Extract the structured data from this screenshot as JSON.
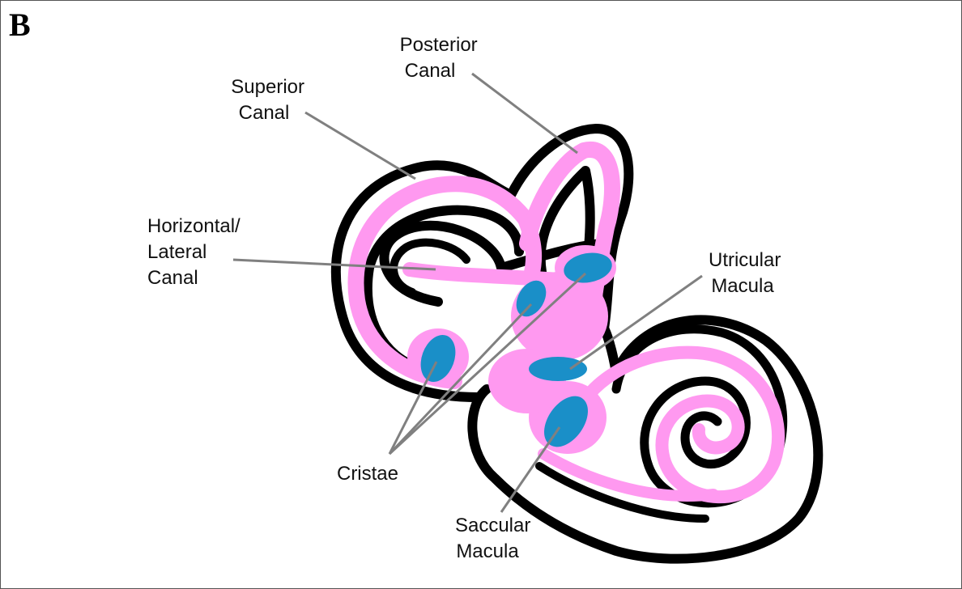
{
  "panel_letter": "B",
  "labels": {
    "posterior_canal": [
      "Posterior",
      "Canal"
    ],
    "superior_canal": [
      "Superior",
      "Canal"
    ],
    "horizontal_canal": [
      "Horizontal/",
      "Lateral",
      "Canal"
    ],
    "utricular_macula": [
      "Utricular",
      "Macula"
    ],
    "cristae": [
      "Cristae"
    ],
    "saccular_macula": [
      "Saccular",
      "Macula"
    ]
  },
  "colors": {
    "outline": "#000000",
    "endolymph": "#ff99f0",
    "sensory": "#1a8fc8",
    "leader": "#808080"
  }
}
